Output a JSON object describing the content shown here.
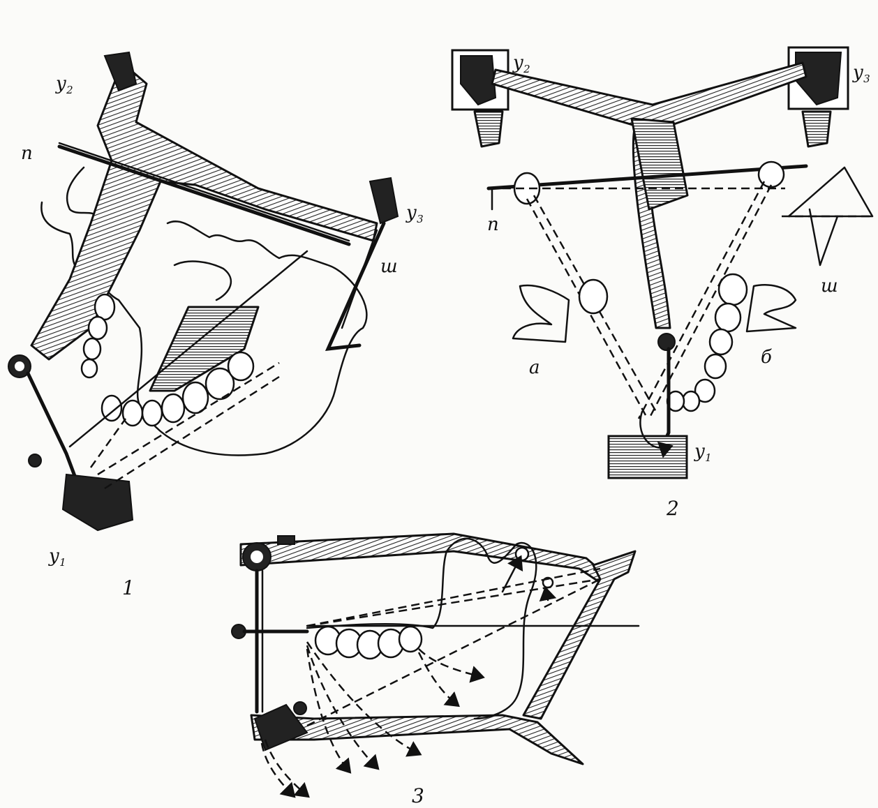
{
  "figures": [
    {
      "number": "1",
      "labels": {
        "u2": "у",
        "u2_sub": "2",
        "p": "п",
        "u3": "у",
        "u3_sub": "3",
        "sh": "ш",
        "u1": "у",
        "u1_sub": "1"
      }
    },
    {
      "number": "2",
      "labels": {
        "u2": "у",
        "u2_sub": "2",
        "u3": "у",
        "u3_sub": "3",
        "p": "п",
        "sh": "ш",
        "a": "а",
        "b": "б",
        "u1": "у",
        "u1_sub": "1"
      }
    },
    {
      "number": "3"
    }
  ]
}
